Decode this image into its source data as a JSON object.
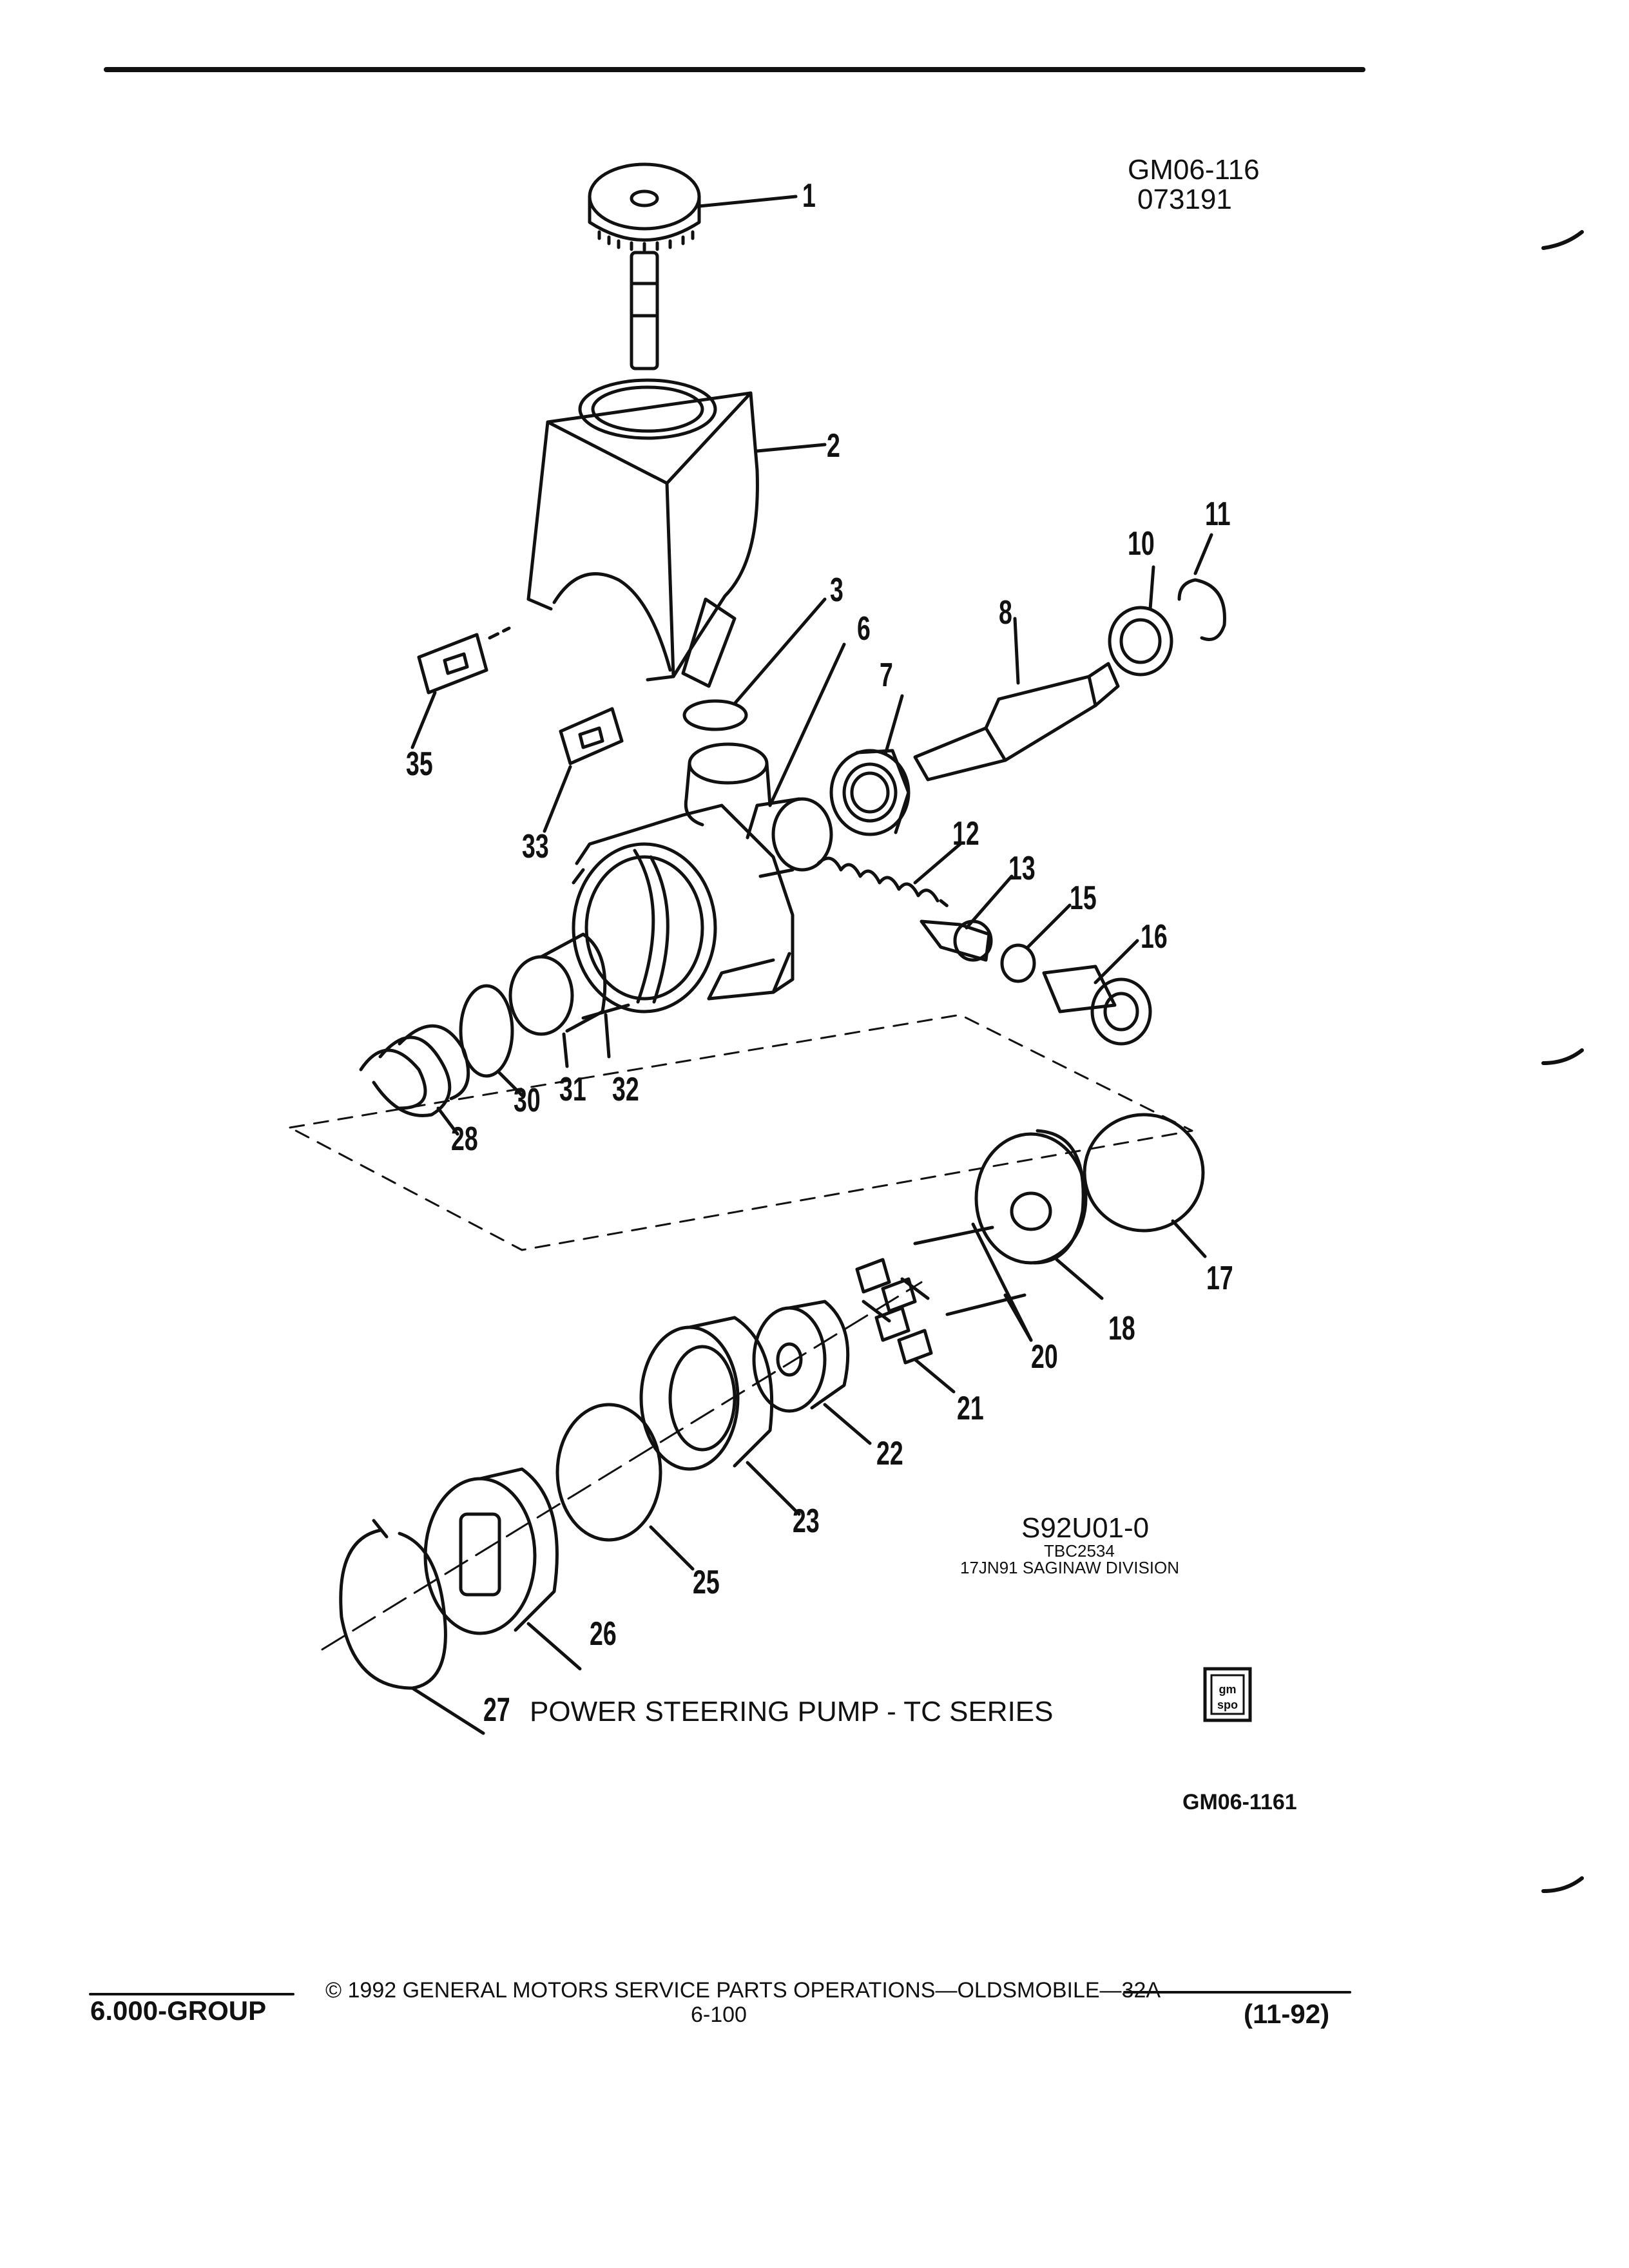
{
  "header": {
    "code": "GM06-116",
    "date": "073191"
  },
  "callouts": [
    "1",
    "2",
    "3",
    "6",
    "7",
    "8",
    "10",
    "11",
    "12",
    "13",
    "15",
    "16",
    "17",
    "18",
    "20",
    "21",
    "22",
    "23",
    "25",
    "26",
    "27",
    "28",
    "30",
    "31",
    "32",
    "33",
    "35"
  ],
  "source_block": {
    "code": "S92U01-0",
    "ref": "TBC2534",
    "division": "17JN91 SAGINAW DIVISION"
  },
  "title": "POWER STEERING PUMP - TC SERIES",
  "logo_text": "gm spo",
  "figure_code": "GM06-1161",
  "footer": {
    "group": "6.000-GROUP",
    "copyright": "© 1992 GENERAL MOTORS SERVICE PARTS OPERATIONS—OLDSMOBILE—32A",
    "page": "6-100",
    "revision": "(11-92)"
  }
}
